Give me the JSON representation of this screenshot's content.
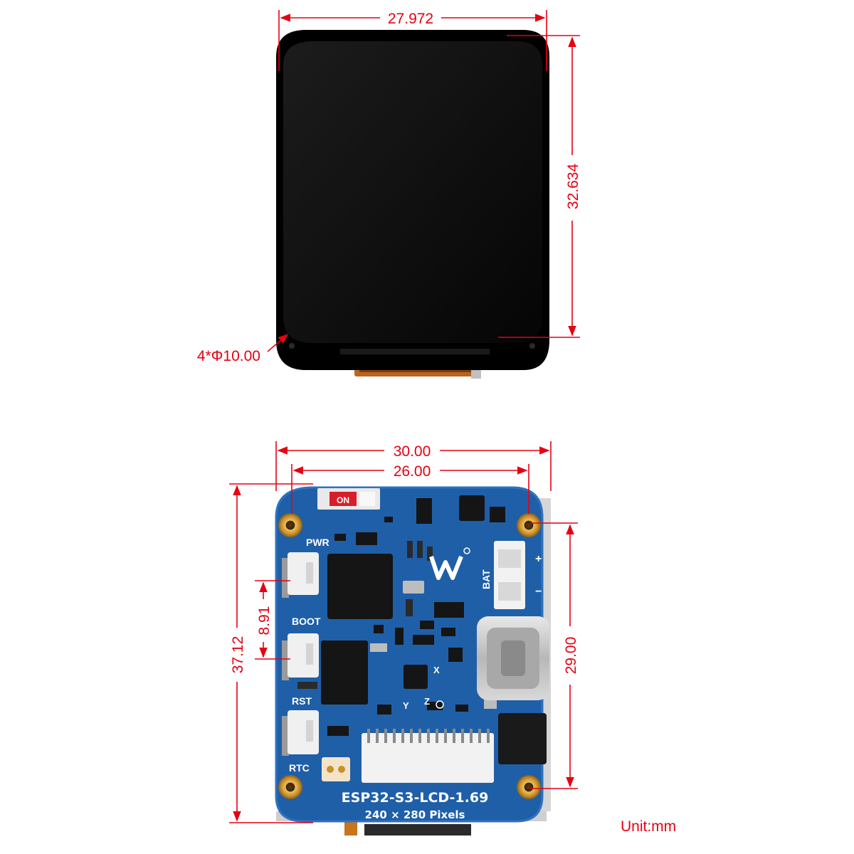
{
  "dimensions": {
    "lcd_width": "27.972",
    "lcd_height": "32.634",
    "corner_radius": "4*Φ10.00",
    "board_width": "30.00",
    "hole_spacing_x": "26.00",
    "board_height": "37.12",
    "hole_spacing_y": "29.00",
    "button_spacing": "8.91"
  },
  "board_labels": {
    "pwr": "PWR",
    "boot": "BOOT",
    "rst": "RST",
    "rtc": "RTC",
    "bat": "BAT",
    "plus": "+",
    "minus": "−",
    "model": "ESP32-S3-LCD-1.69",
    "resolution": "240 × 280 Pixels",
    "axis_x": "X",
    "axis_y": "Y",
    "axis_z": "Z"
  },
  "unit_label": "Unit:mm",
  "colors": {
    "dimension": "#e60012",
    "pcb": "#1f5fa8",
    "lcd_glass": "#111111",
    "mount_hole": "#c8962a"
  }
}
